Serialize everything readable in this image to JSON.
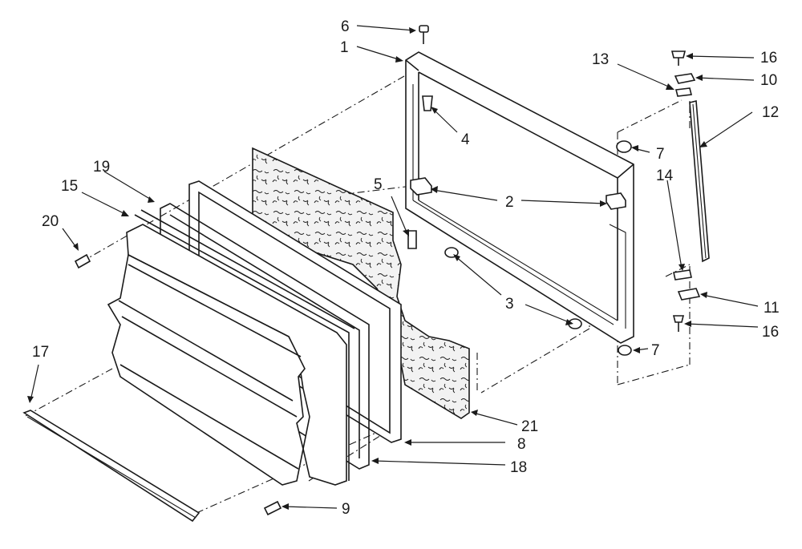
{
  "callouts": {
    "p1": "1",
    "p2": "2",
    "p3": "3",
    "p4": "4",
    "p5": "5",
    "p6": "6",
    "p7a": "7",
    "p7b": "7",
    "p8": "8",
    "p9": "9",
    "p10": "10",
    "p11": "11",
    "p12": "12",
    "p13": "13",
    "p14": "14",
    "p15": "15",
    "p16a": "16",
    "p16b": "16",
    "p17": "17",
    "p18": "18",
    "p19": "19",
    "p20": "20",
    "p21": "21"
  }
}
